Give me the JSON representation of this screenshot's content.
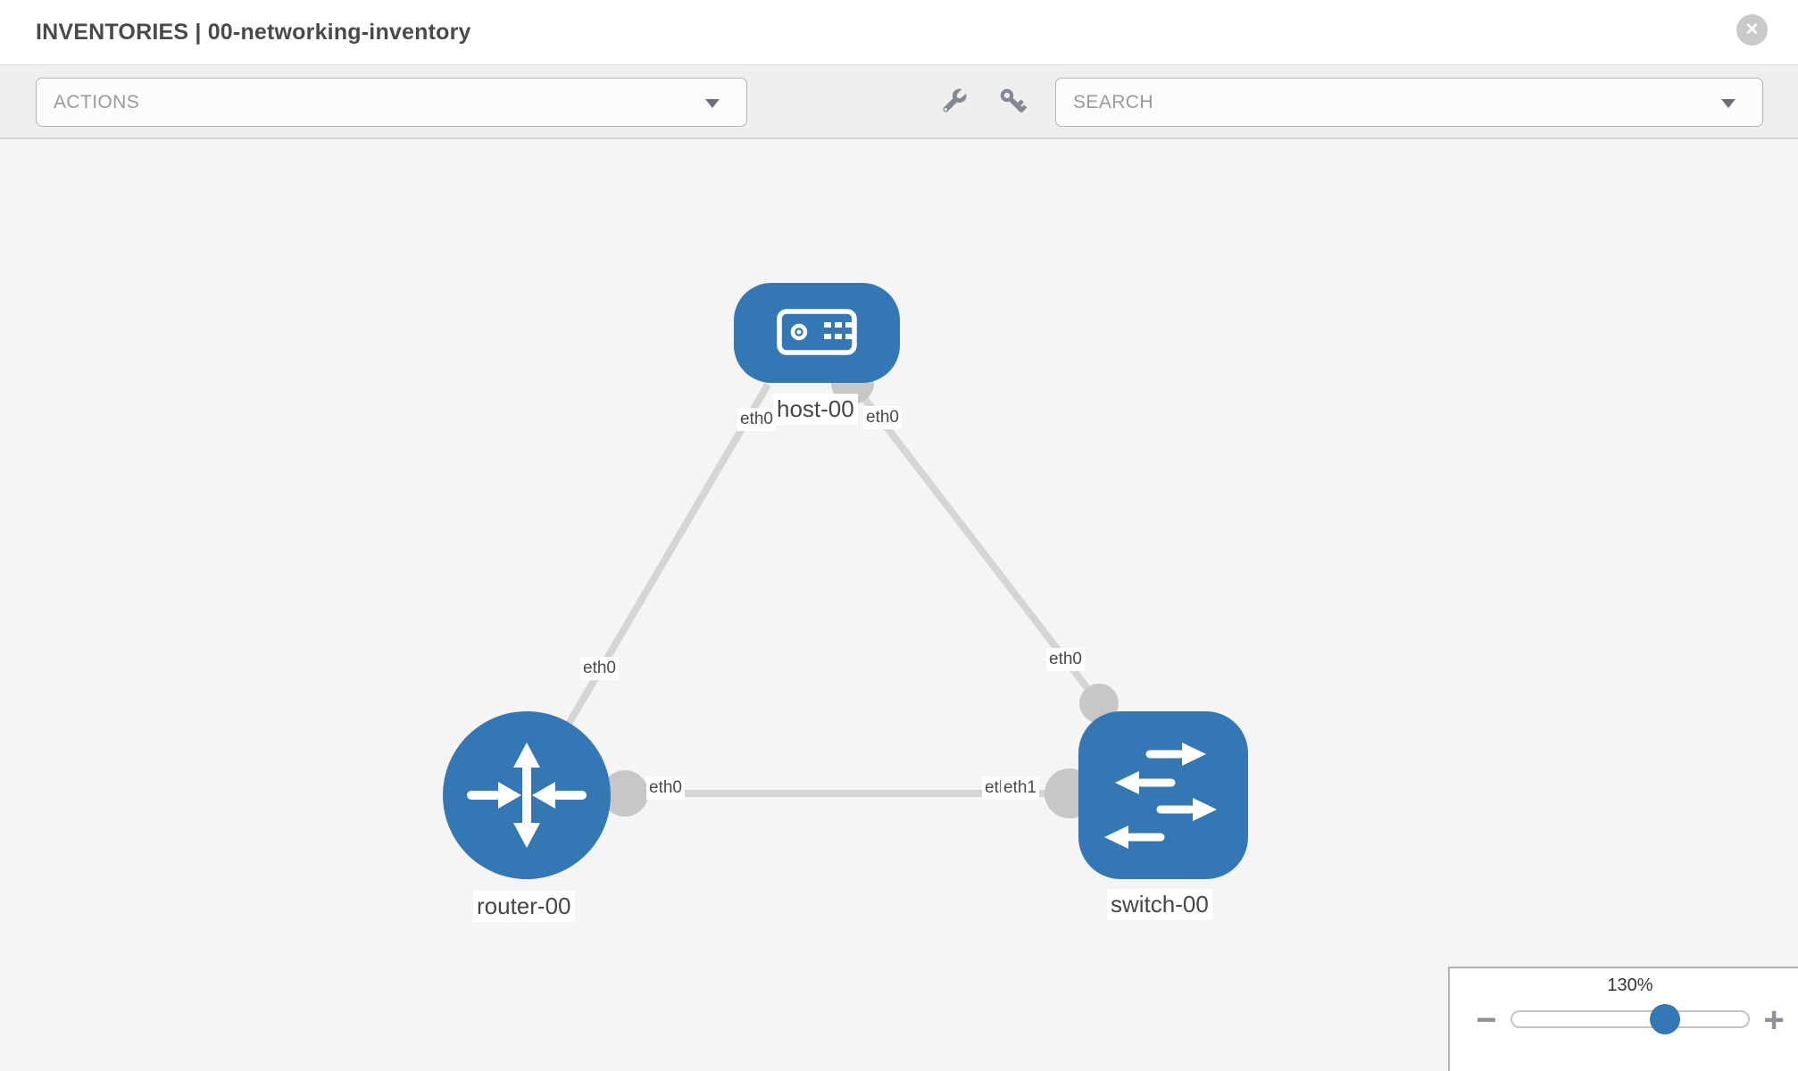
{
  "header": {
    "title": "INVENTORIES | 00-networking-inventory"
  },
  "icons": {
    "close_glyph": "✕"
  },
  "toolbar": {
    "actions_label": "ACTIONS",
    "search_label": "SEARCH"
  },
  "topology": {
    "nodes": [
      {
        "label": "host-00",
        "type": "host"
      },
      {
        "label": "router-00",
        "type": "router"
      },
      {
        "label": "switch-00",
        "type": "switch"
      }
    ],
    "links": [
      {
        "from": "router-00",
        "to": "host-00",
        "labels_shown": [
          "eth0",
          "eth0"
        ]
      },
      {
        "from": "switch-00",
        "to": "host-00",
        "labels_shown": [
          "eth0",
          "eth0"
        ]
      },
      {
        "from": "router-00",
        "to": "switch-00",
        "labels_shown": [
          "eth0",
          "eth1"
        ]
      }
    ],
    "edge_labels": [
      {
        "text": "eth0"
      },
      {
        "text": "eth0"
      },
      {
        "text": "eth0"
      },
      {
        "text": "eth0"
      },
      {
        "text": "eth0"
      },
      {
        "text": "eth0"
      },
      {
        "text": "eth1"
      }
    ]
  },
  "zoom_control": {
    "percent": "130%",
    "minus_glyph": "−",
    "plus_glyph": "+"
  },
  "colors": {
    "node_blue": "#3477b5",
    "edge_gray": "#d5d5d5",
    "connector_gray": "#c7c7c7",
    "canvas_bg": "#f5f5f5",
    "toolbar_bg": "#efefef"
  }
}
